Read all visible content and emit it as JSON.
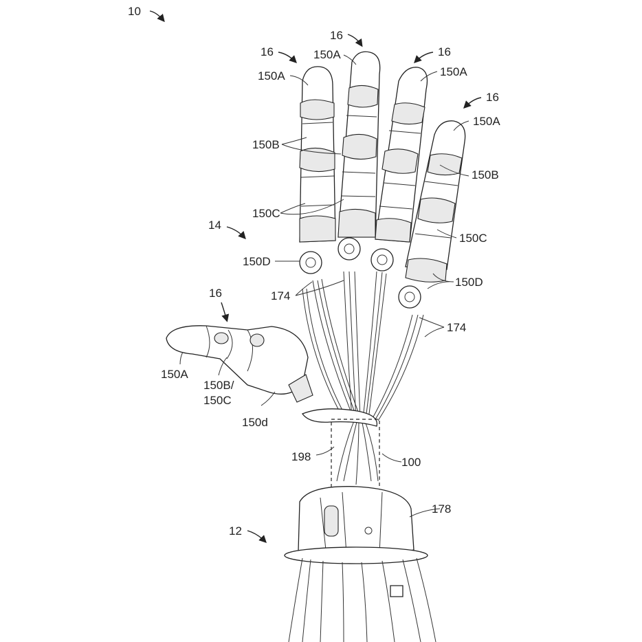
{
  "labels": {
    "l10": "10",
    "l16a": "16",
    "l16b": "16",
    "l16c": "16",
    "l16d": "16",
    "l16e": "16",
    "l150a1": "150A",
    "l150a2": "150A",
    "l150a3": "150A",
    "l150a4": "150A",
    "l150a5": "150A",
    "l150b1": "150B",
    "l150b2": "150B",
    "l150b3": "150B/",
    "l150c1": "150C",
    "l150c2": "150C",
    "l150c3": "150C",
    "l150d1": "150D",
    "l150d2": "150D",
    "l150d3": "150d",
    "l14": "14",
    "l174a": "174",
    "l174b": "174",
    "l198": "198",
    "l100": "100",
    "l178": "178",
    "l12": "12"
  },
  "colors": {
    "line": "#222222",
    "background": "#ffffff",
    "shading": "#e9e9e9"
  }
}
